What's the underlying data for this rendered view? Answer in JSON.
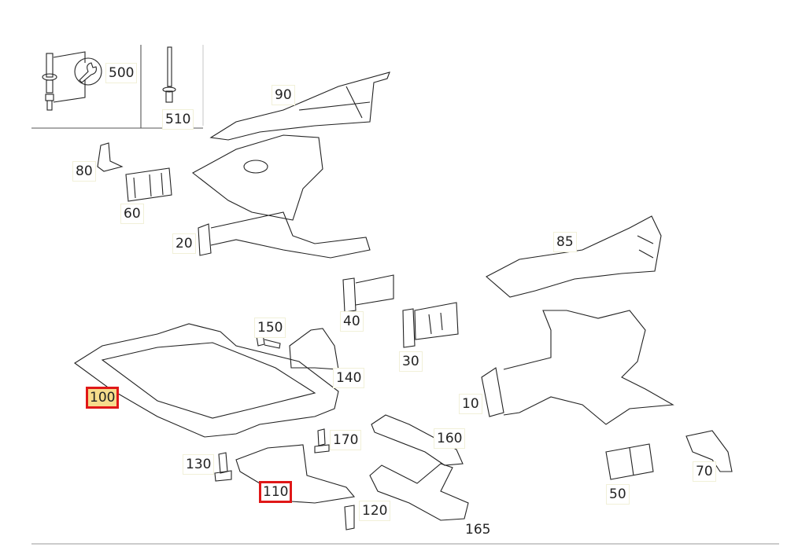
{
  "title": "Front body structure / subframe parts diagram",
  "colors": {
    "selected_border": "#e01818",
    "highlight_fill": "#f6dc8c",
    "line": "#222222"
  },
  "icons": {
    "tool": "wrench-icon"
  },
  "labels": {
    "p500": "500",
    "p510": "510",
    "p90": "90",
    "p80": "80",
    "p60": "60",
    "p20": "20",
    "p85": "85",
    "p40": "40",
    "p150": "150",
    "p30": "30",
    "p140": "140",
    "p100": "100",
    "p10": "10",
    "p170": "170",
    "p160": "160",
    "p130": "130",
    "p50": "50",
    "p70": "70",
    "p110": "110",
    "p120": "120",
    "p165": "165"
  },
  "selected_parts": [
    "100",
    "110"
  ],
  "highlighted_part": "100"
}
